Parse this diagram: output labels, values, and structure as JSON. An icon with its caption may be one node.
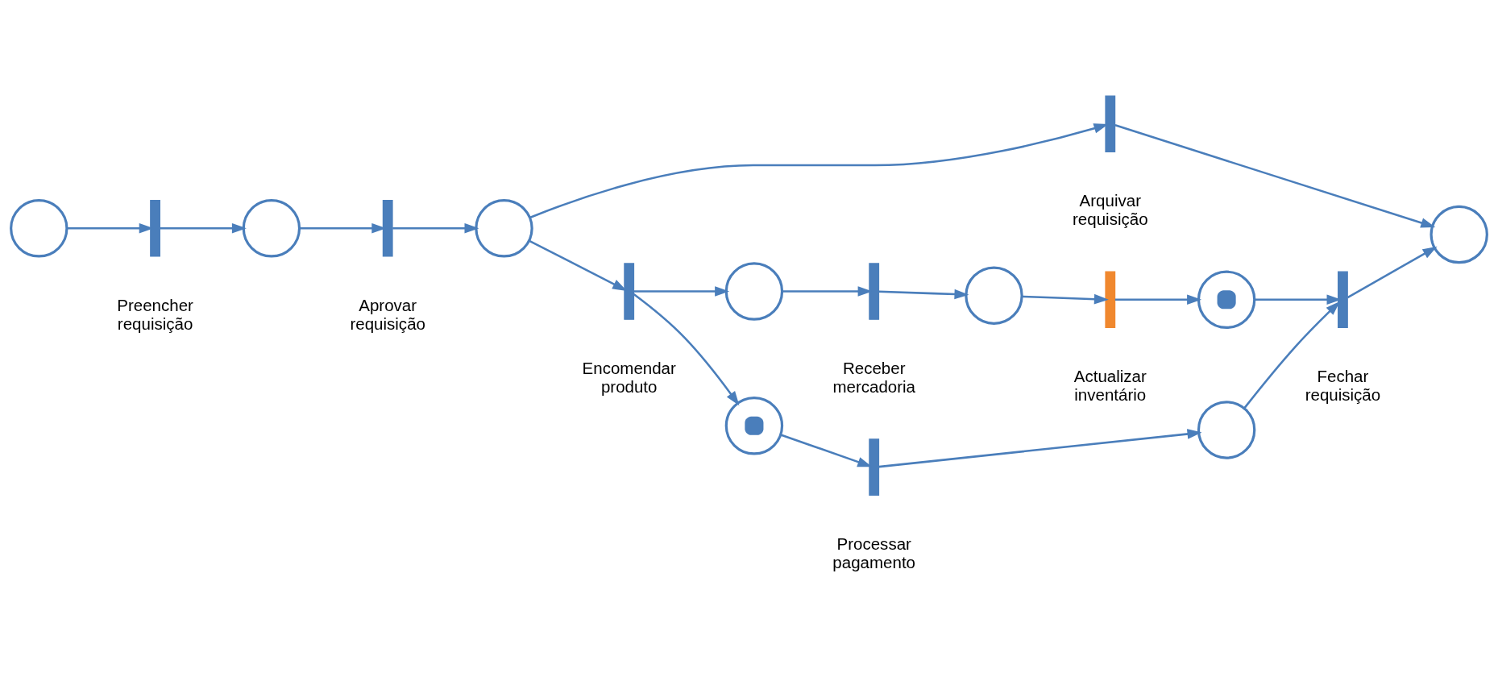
{
  "diagram": {
    "nodes": [
      {
        "text": [],
        "shape": "circle"
      },
      {
        "text": [],
        "shape": "bar",
        "beside": [
          "Preencher requisição"
        ]
      },
      {
        "text": [],
        "shape": "circle"
      },
      {
        "text": [],
        "shape": "bar",
        "beside": [
          "Aprovar requisição"
        ]
      },
      {
        "text": [],
        "shape": "circle"
      },
      {
        "text": [],
        "shape": "bar",
        "beside": [
          "Arquivar requisição"
        ]
      },
      {
        "text": [],
        "shape": "circle"
      },
      {
        "text": [],
        "shape": "bar",
        "beside": [
          "Receber mercadoria"
        ]
      },
      {
        "text": [],
        "shape": "circle"
      },
      {
        "text": [],
        "shape": "bar",
        "beside": [
          "Actualizar inventário"
        ]
      },
      {
        "text": [],
        "shape": "circle"
      },
      {
        "text": [],
        "shape": "bar",
        "beside": [
          "Encomendar produto"
        ]
      },
      {
        "text": [],
        "shape": "bar",
        "beside": [
          "Fechar requisição"
        ]
      },
      {
        "text": [],
        "shape": "circle"
      },
      {
        "text": [],
        "shape": "circle"
      },
      {
        "text": [],
        "shape": "bar",
        "beside": [
          "Processar pagamento"
        ]
      },
      {
        "text": [],
        "shape": "circle"
      }
    ],
    "edges": [
      {
        "from": 0,
        "to": 1,
        "arrow": "to"
      },
      {
        "from": 1,
        "to": 2,
        "arrow": "to"
      },
      {
        "from": 2,
        "to": 3,
        "arrow": "to"
      },
      {
        "from": 3,
        "to": 4,
        "arrow": "to"
      },
      {
        "from": 4,
        "to": 5,
        "arrow": "to"
      },
      {
        "from": 4,
        "to": 11,
        "arrow": "to"
      },
      {
        "from": 5,
        "to": 13,
        "arrow": "to"
      },
      {
        "from": 11,
        "to": 6,
        "arrow": "to"
      },
      {
        "from": 11,
        "to": 14,
        "arrow": "to"
      },
      {
        "from": 6,
        "to": 7,
        "arrow": "to"
      },
      {
        "from": 7,
        "to": 8,
        "arrow": "to"
      },
      {
        "from": 8,
        "to": 9,
        "arrow": "to"
      },
      {
        "from": 9,
        "to": 10,
        "arrow": "to"
      },
      {
        "from": 10,
        "to": 12,
        "arrow": "to"
      },
      {
        "from": 16,
        "to": 12,
        "arrow": "to"
      },
      {
        "from": 12,
        "to": 13,
        "arrow": "to"
      },
      {
        "from": 14,
        "to": 15,
        "arrow": "to"
      },
      {
        "from": 15,
        "to": 16,
        "arrow": "to"
      }
    ]
  }
}
